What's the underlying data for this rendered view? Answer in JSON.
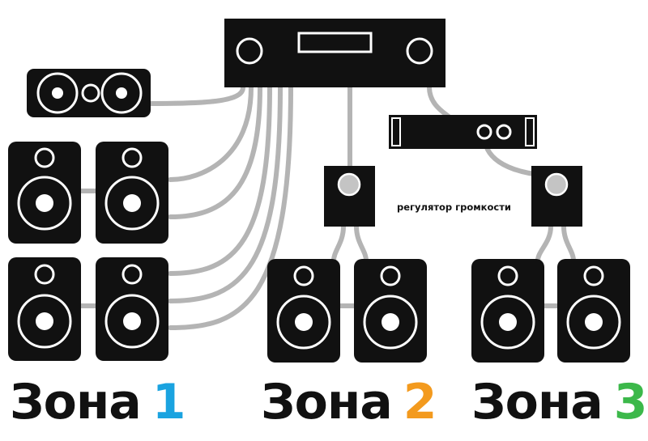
{
  "labels": {
    "volume_control": "регулятор громкости"
  },
  "zones": [
    {
      "word": "Зона",
      "number": "1",
      "color": "#1aa3e0"
    },
    {
      "word": "Зона",
      "number": "2",
      "color": "#f39a1e"
    },
    {
      "word": "Зона",
      "number": "3",
      "color": "#3cb84a"
    }
  ],
  "colors": {
    "device": "#111111",
    "cable": "#b4b4b4",
    "knob": "#c4c4c4"
  }
}
